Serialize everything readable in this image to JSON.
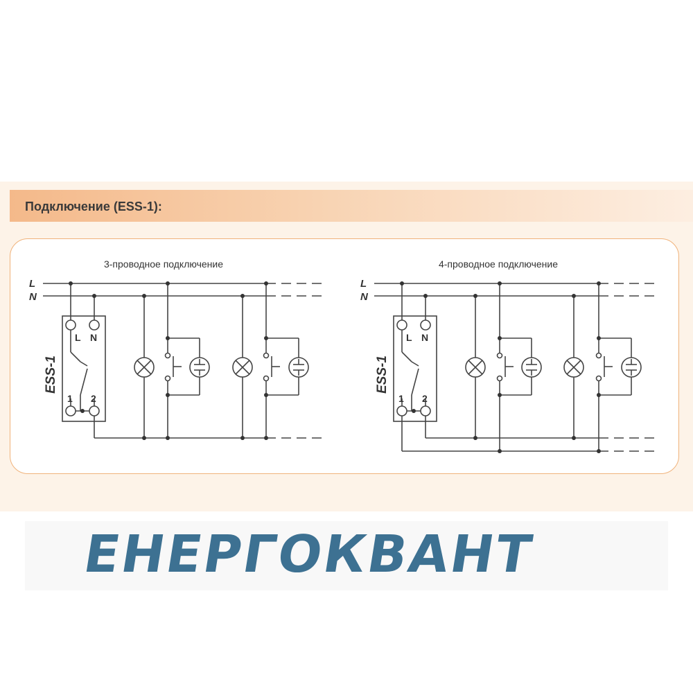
{
  "header": {
    "title": "Подключение (ESS-1):"
  },
  "diagrams": [
    {
      "caption": "3-проводное подключение",
      "line_l": "L",
      "line_n": "N",
      "device": "ESS-1",
      "terminal_l": "L",
      "terminal_n": "N",
      "terminal_1": "1",
      "terminal_2": "2"
    },
    {
      "caption": "4-проводное подключение",
      "line_l": "L",
      "line_n": "N",
      "device": "ESS-1",
      "terminal_l": "L",
      "terminal_n": "N",
      "terminal_1": "1",
      "terminal_2": "2"
    }
  ],
  "logo": {
    "text": "ЕНЕРГОКВАНТ"
  },
  "colors": {
    "header": "#f4b98a",
    "frame_border": "#f0b27a",
    "logo": "#3d7192",
    "wire": "#444444"
  }
}
